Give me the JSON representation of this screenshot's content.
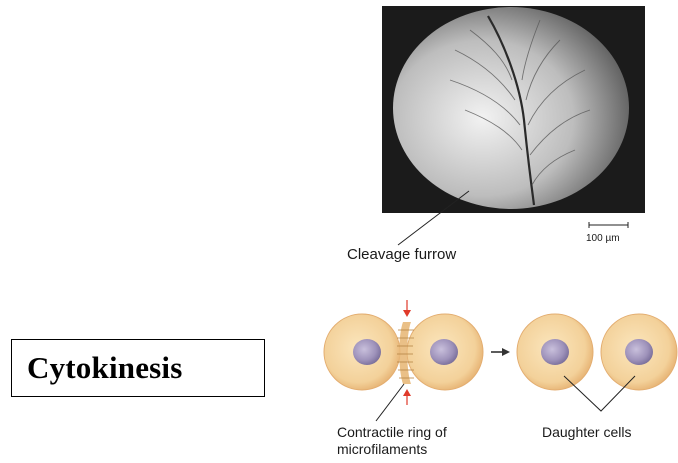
{
  "title": "Cytokinesis",
  "micrograph": {
    "scale_label": "100 µm"
  },
  "labels": {
    "cleavage_furrow": "Cleavage furrow",
    "contractile_ring_line1": "Contractile ring of",
    "contractile_ring_line2": "microfilaments",
    "daughter_cells": "Daughter cells"
  },
  "colors": {
    "micrograph_bg": "#1a1a1a",
    "cell_fill": "#f3d7a3",
    "cell_edge": "#e6b274",
    "nucleus_fill": "#9a8db3",
    "arrow_red": "#e03a2a"
  }
}
